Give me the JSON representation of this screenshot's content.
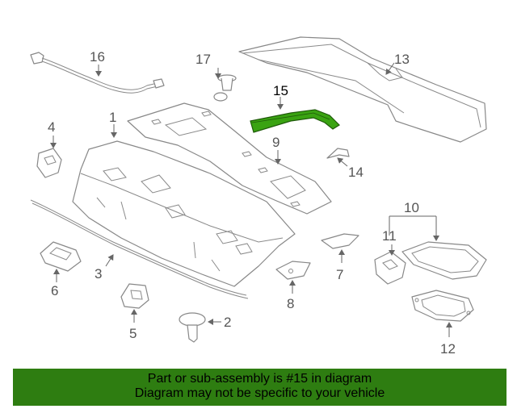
{
  "callouts": {
    "c1": "1",
    "c2": "2",
    "c3": "3",
    "c4": "4",
    "c5": "5",
    "c6": "6",
    "c7": "7",
    "c8": "8",
    "c9": "9",
    "c10": "10",
    "c11": "11",
    "c12": "12",
    "c13": "13",
    "c14": "14",
    "c15": "15",
    "c16": "16",
    "c17": "17"
  },
  "highlight": {
    "part_number": "15",
    "color": "#2e7d11"
  },
  "banner": {
    "line1": "Part or sub-assembly is #15 in diagram",
    "line2": "Diagram may not be specific to your vehicle",
    "background": "#2e7d11"
  }
}
